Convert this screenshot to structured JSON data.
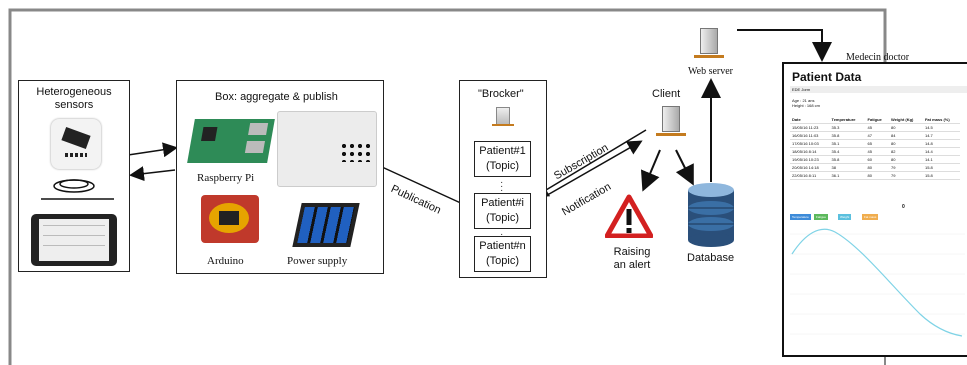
{
  "sensors": {
    "title_line1": "Heterogeneous",
    "title_line2": "sensors"
  },
  "box": {
    "title": "Box: aggregate & publish",
    "raspberry": "Raspberry Pi",
    "arduino": "Arduino",
    "power": "Power supply"
  },
  "broker": {
    "title": "\"Brocker\"",
    "topics": [
      {
        "line1": "Patient#1",
        "line2": "(Topic)"
      },
      {
        "line1": "Patient#i",
        "line2": "(Topic)"
      },
      {
        "line1": "Patient#n",
        "line2": "(Topic)"
      }
    ]
  },
  "arrows": {
    "publication": "Publication",
    "subscription": "Subscription",
    "notification": "Notification"
  },
  "client": {
    "label": "Client"
  },
  "web_server": {
    "label": "Web server"
  },
  "alert": {
    "line1": "Raising",
    "line2": "an alert"
  },
  "database": {
    "label": "Database"
  },
  "doctor": {
    "label": "Medecin doctor"
  },
  "patient_panel": {
    "title": "Patient Data",
    "name": "EDE Jorm",
    "age": "Age : 21 ans",
    "height": "Height : 168 cm",
    "columns": [
      "Date",
      "Temperature",
      "Fatigue",
      "Weight (Kg)",
      "Fat mass (%)"
    ],
    "rows": [
      [
        "15/05/16 11:23",
        "35.3",
        "45",
        "80",
        "14.5"
      ],
      [
        "16/05/16 11:03",
        "35.8",
        "47",
        "84",
        "14.7"
      ],
      [
        "17/05/16 10:03",
        "35.1",
        "65",
        "80",
        "14.8"
      ],
      [
        "18/05/16 8:14",
        "35.4",
        "45",
        "82",
        "14.4"
      ],
      [
        "19/05/16 10:23",
        "35.8",
        "60",
        "80",
        "14.1"
      ],
      [
        "20/05/16 14:18",
        "38",
        "80",
        "79",
        "15.8"
      ],
      [
        "22/05/16 8:11",
        "36.1",
        "80",
        "79",
        "15.8"
      ]
    ],
    "page": "0",
    "chips": [
      "Temperature",
      "Fatigue",
      "Weight",
      "Fat mass"
    ],
    "chip_colors": [
      "#3d8bd9",
      "#5cb85c",
      "#5bc0de",
      "#f0ad4e"
    ],
    "line_color": "#7fd3e6"
  }
}
